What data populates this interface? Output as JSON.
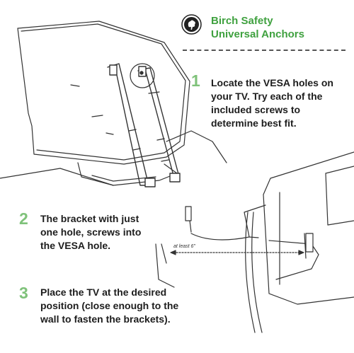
{
  "brand": {
    "line1": "Birch Safety",
    "line2": "Universal Anchors",
    "accent_color": "#3fa13f",
    "logo_icon": "tree-badge-icon"
  },
  "steps": [
    {
      "number": "1",
      "lines": [
        "Locate the VESA holes on",
        "your TV. Try each of the",
        "included screws to",
        "determine best fit."
      ]
    },
    {
      "number": "2",
      "lines": [
        "The bracket with just",
        "one hole, screws into",
        "the VESA hole."
      ]
    },
    {
      "number": "3",
      "lines": [
        "Place the TV at the desired",
        "position (close enough to the",
        "wall to fasten the brackets)."
      ]
    }
  ],
  "measurement_label": "at least 6\""
}
